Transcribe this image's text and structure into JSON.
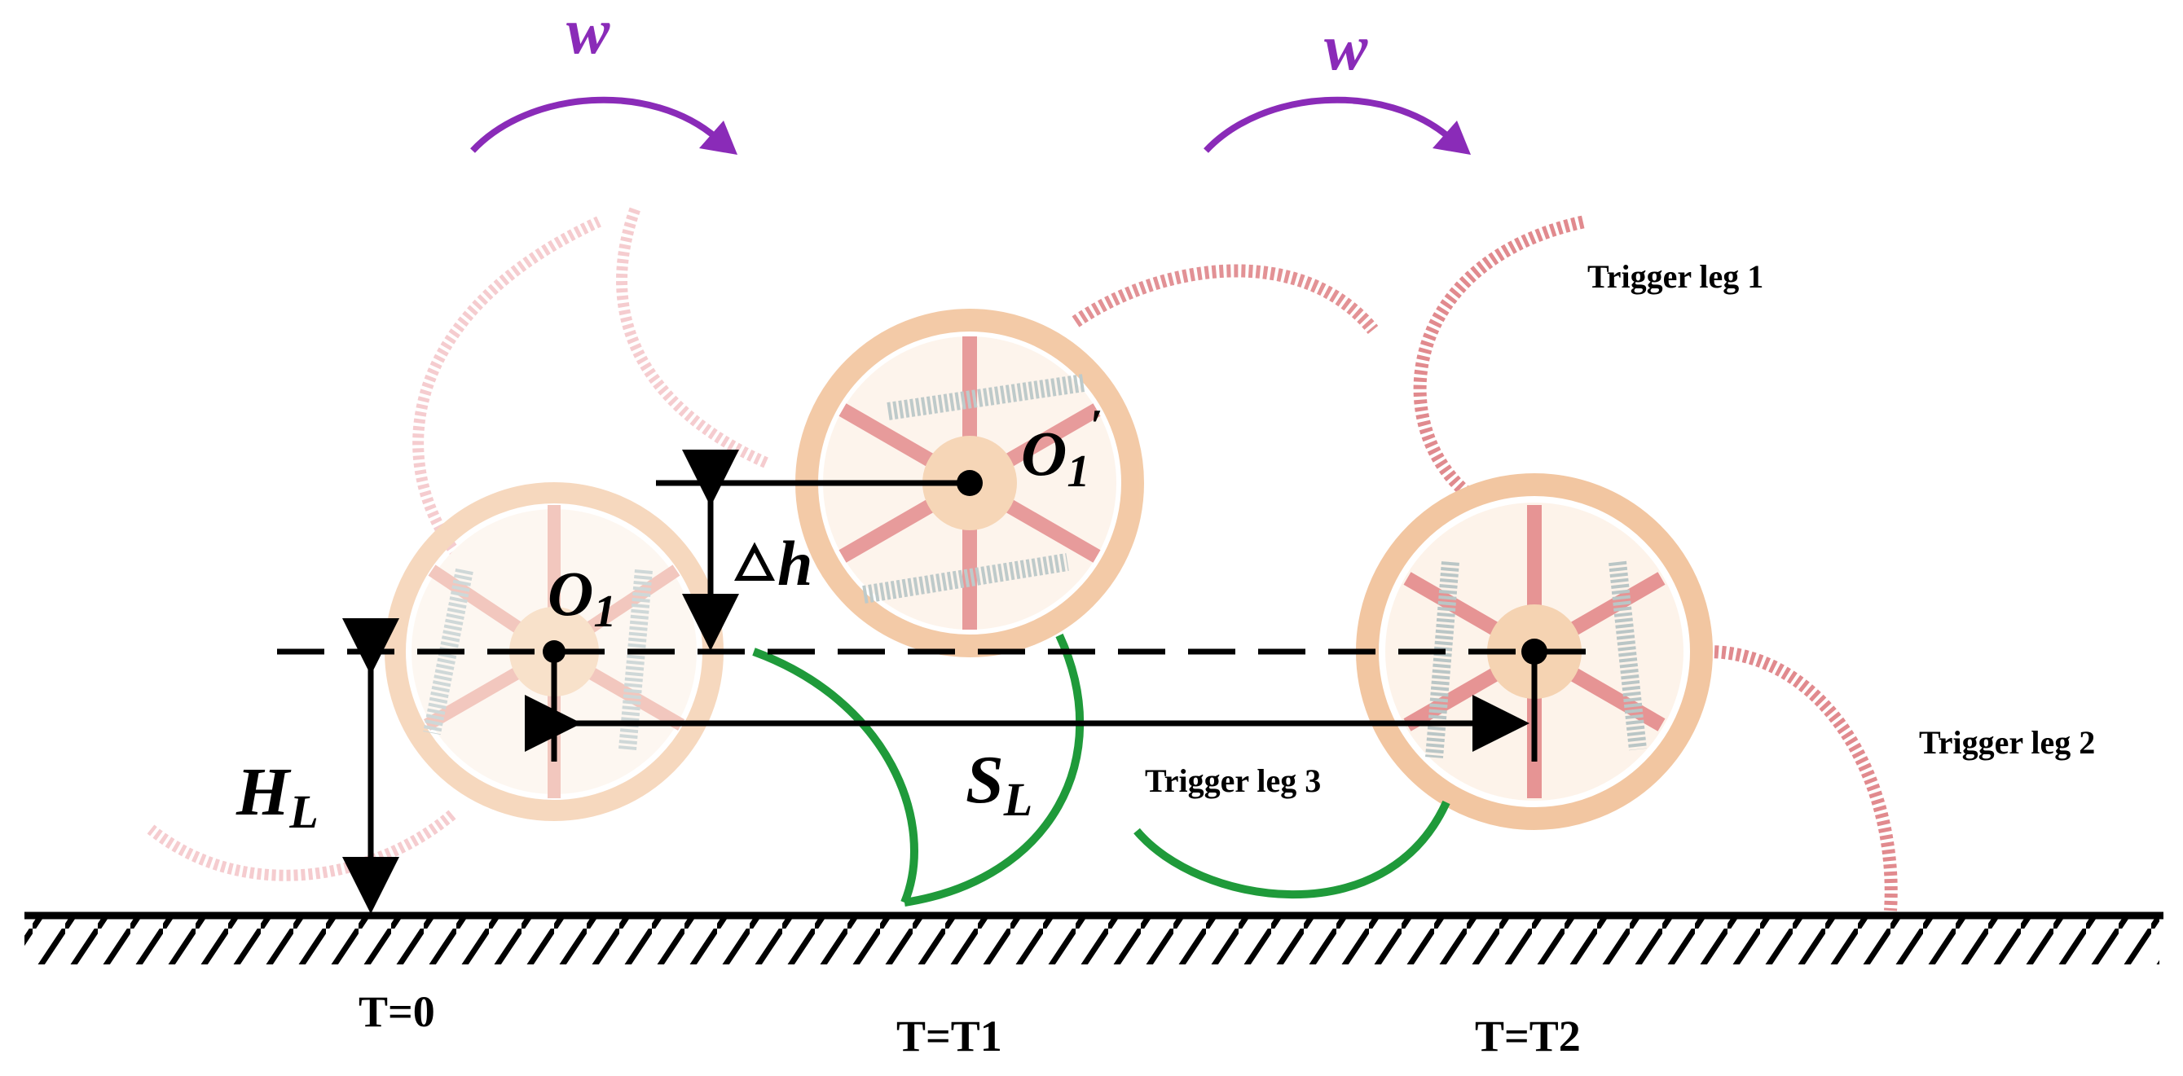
{
  "colors": {
    "background": "#ffffff",
    "wheel_body": "#f3c9a0",
    "wheel_rim": "#efb98a",
    "spoke": "#e89a8a",
    "leg_red": "#d96d72",
    "leg_faded": "#eda3a8",
    "leg_green": "#1f9a3a",
    "spring": "#a9b9b9",
    "spring_green": "#8fd0b0",
    "arrow_purple": "#8a2bb8",
    "ink": "#000000"
  },
  "rotation": {
    "label": "w",
    "icon": "curved-arrow-clockwise"
  },
  "labels": {
    "trigger_leg_1": "Trigger leg 1",
    "trigger_leg_2": "Trigger leg 2",
    "trigger_leg_3": "Trigger leg 3",
    "center_start": "O",
    "center_start_sub": "1",
    "center_mid": "O",
    "center_mid_sub": "1",
    "center_mid_prime": "′",
    "delta_h": "h",
    "height": "H",
    "height_sub": "L",
    "stride": "S",
    "stride_sub": "L",
    "time_0": "T=0",
    "time_1": "T=T1",
    "time_2": "T=T2"
  }
}
